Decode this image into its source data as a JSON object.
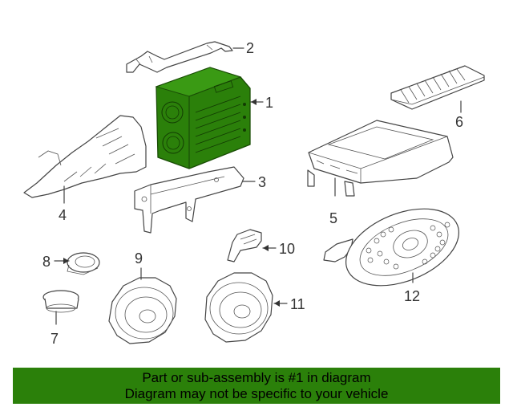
{
  "diagram": {
    "highlight_color": "#2b800a",
    "callouts": [
      "1",
      "2",
      "3",
      "4",
      "5",
      "6",
      "7",
      "8",
      "9",
      "10",
      "11",
      "12"
    ]
  },
  "banner": {
    "line1": "Part or sub-assembly is #1 in diagram",
    "line2": "Diagram may not be specific to your vehicle",
    "background": "#2b800a"
  }
}
